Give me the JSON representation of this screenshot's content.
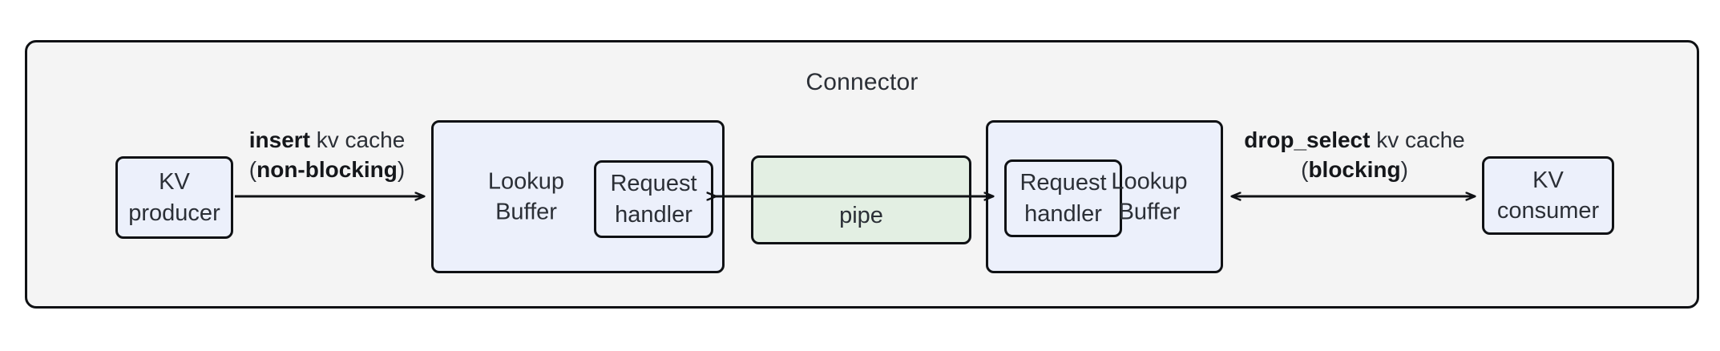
{
  "diagram": {
    "type": "block-diagram",
    "title": "Connector",
    "colors": {
      "outer_fill": "#f4f4f4",
      "node_fill_blue": "#ecf0fb",
      "node_fill_green": "#e3efe3",
      "stroke": "#0f1114",
      "text": "#2b2f36"
    }
  },
  "nodes": {
    "kv_producer": "KV\nproducer",
    "kv_consumer": "KV\nconsumer",
    "lookup_buffer_left": "Lookup\nBuffer",
    "lookup_buffer_right": "Lookup\nBuffer",
    "request_handler_left": "Request\nhandler",
    "request_handler_right": "Request\nhandler",
    "pipe": "pipe"
  },
  "edges": {
    "insert": {
      "op": "insert",
      "object": " kv cache",
      "mode_open": "(",
      "mode": "non-blocking",
      "mode_close": ")",
      "direction": "right",
      "from": "kv_producer",
      "to": "lookup_buffer_left"
    },
    "drop_select": {
      "op": "drop_select",
      "object": " kv cache",
      "mode_open": "(",
      "mode": "blocking",
      "mode_close": ")",
      "direction": "bidirectional",
      "from": "lookup_buffer_right",
      "to": "kv_consumer"
    },
    "pipe_left": {
      "direction": "left",
      "from": "pipe",
      "to": "lookup_buffer_left"
    },
    "pipe_right": {
      "direction": "right",
      "from": "pipe",
      "to": "lookup_buffer_right"
    }
  }
}
